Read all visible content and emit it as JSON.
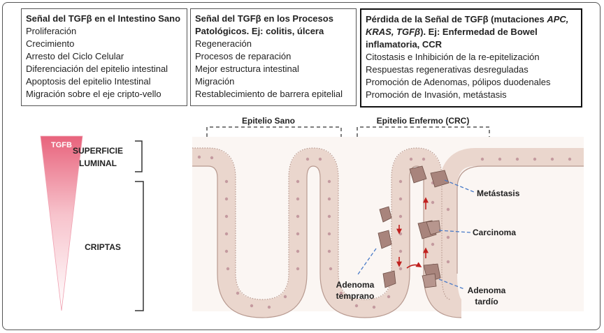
{
  "boxes": [
    {
      "title": "Señal del TGFβ en el Intestino Sano",
      "items": [
        "Proliferación",
        "Crecimiento",
        "Arresto del Ciclo Celular",
        "Diferenciación del epitelio intestinal",
        "Apoptosis del epitelio Intestinal",
        "Migración sobre el eje cripto-vello"
      ]
    },
    {
      "title_line1": "Señal del TGFβ en los Procesos",
      "title_line2": "Patológicos. Ej: colitis, úlcera",
      "items": [
        "Regeneración",
        "Procesos de reparación",
        "Mejor estructura intestinal",
        "Migración",
        "Restablecimiento de barrera epitelial"
      ]
    },
    {
      "title_line1_a": "Pérdida de la Señal de TGFβ  (mutaciones ",
      "title_line1_b": "APC,",
      "title_line2_a": "KRAS, TGFβ",
      "title_line2_b": "). Ej: Enfermedad de Bowel",
      "title_line3": "inflamatoria, CCR",
      "items": [
        "Citostasis e Inhibición de la re-epitelización",
        "Respuestas regenerativas desreguladas",
        "Promoción de Adenomas, pólipos duodenales",
        "Promoción de Invasión, metástasis"
      ]
    }
  ],
  "gradient_label": "TGFB",
  "regions": {
    "surface_line1": "SUPERFICIE",
    "surface_line2": "LUMINAL",
    "crypts": "CRIPTAS"
  },
  "sections": {
    "healthy": "Epitelio Sano",
    "diseased": "Epitelio Enfermo (CRC)"
  },
  "annotations": {
    "metastasis": "Metástasis",
    "carcinoma": "Carcinoma",
    "early_adenoma_line1": "Adenoma",
    "early_adenoma_line2": "temprano",
    "late_adenoma_line1": "Adenoma",
    "late_adenoma_line2": "tardío"
  },
  "colors": {
    "gradient_top": "#e8637c",
    "tissue_fill": "#f3e4dd",
    "cell_outline": "#b89a90",
    "nucleus": "#c49a9f",
    "tumor_fill": "#a8847c",
    "arrow_red": "#c0201e",
    "dashed_blue": "#4a7bc8"
  }
}
